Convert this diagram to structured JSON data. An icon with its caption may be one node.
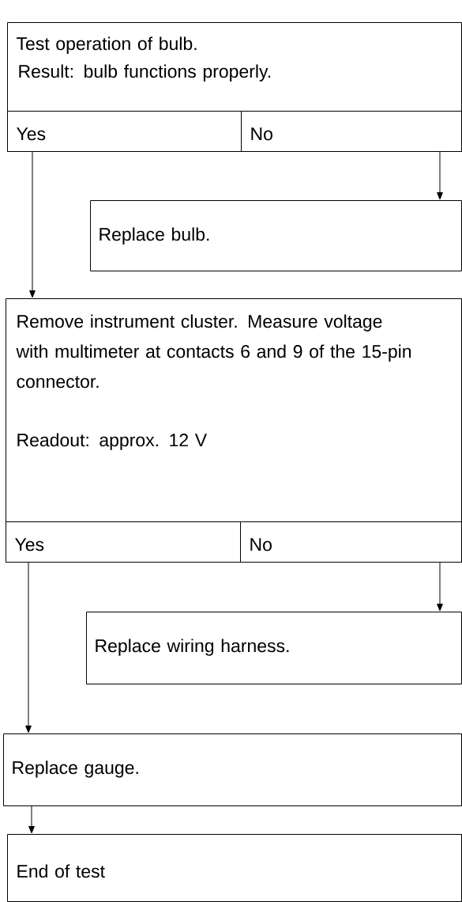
{
  "diagram": {
    "nodes": [
      {
        "text": [
          "Test operation of bulb.",
          "Result: bulb functions properly."
        ]
      },
      {
        "text": [
          "Yes"
        ],
        "in": 0
      },
      {
        "text": [
          "No"
        ],
        "in": 0
      },
      {
        "text": [
          "Replace bulb."
        ]
      },
      {
        "text": [
          "Remove instrument cluster. Measure voltage with multimeter at contacts 6 and 9 of the 15-pin connector.",
          "Readout: approx. 12 V"
        ]
      },
      {
        "text": [
          "Yes"
        ],
        "in": 4
      },
      {
        "text": [
          "No"
        ],
        "in": 4
      },
      {
        "text": [
          "Replace wiring harness."
        ]
      },
      {
        "text": [
          "Replace gauge."
        ]
      },
      {
        "text": [
          "End of test"
        ]
      }
    ],
    "edges": [
      {
        "from": 1,
        "to": 4,
        "arrow": "to"
      },
      {
        "from": 2,
        "to": 3,
        "arrow": "to"
      },
      {
        "from": 5,
        "to": 8,
        "arrow": "to"
      },
      {
        "from": 6,
        "to": 7,
        "arrow": "to"
      },
      {
        "from": 8,
        "to": 9,
        "arrow": "to"
      }
    ]
  }
}
